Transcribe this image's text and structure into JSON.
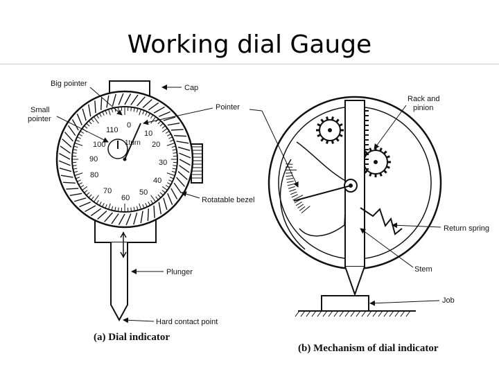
{
  "slide": {
    "title": "Working dial Gauge"
  },
  "left_figure": {
    "caption": "(a) Dial indicator",
    "labels": {
      "big_pointer": "Big pointer",
      "cap": "Cap",
      "small_pointer_line1": "Small",
      "small_pointer_line2": "pointer",
      "pointer": "Pointer",
      "rotatable_bezel": "Rotatable bezel",
      "plunger": "Plunger",
      "hard_contact_point": "Hard contact point"
    },
    "dial_numbers": [
      "0",
      "10",
      "20",
      "30",
      "40",
      "50",
      "60",
      "70",
      "80",
      "90",
      "100",
      "110"
    ],
    "small_dial_text": "1turn"
  },
  "right_figure": {
    "caption": "(b) Mechanism of dial indicator",
    "labels": {
      "rack_and_pinion_line1": "Rack and",
      "rack_and_pinion_line2": "pinion",
      "return_spring": "Return spring",
      "stem": "Stem",
      "job": "Job"
    }
  }
}
